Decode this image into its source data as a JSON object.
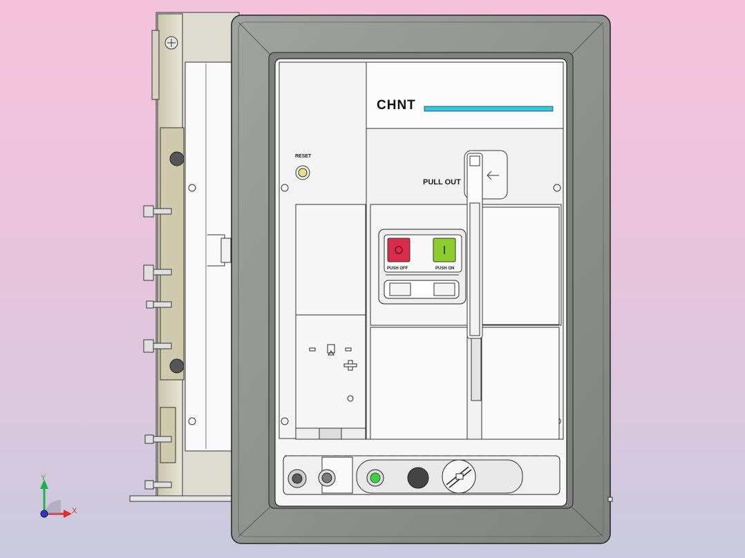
{
  "brand": {
    "logo_text": "CHNT",
    "accent_color": "#2fc7e0"
  },
  "labels": {
    "reset": "RESET",
    "pull_out": "PULL OUT",
    "push_off": "PUSH OFF",
    "push_on": "PUSH ON"
  },
  "colors": {
    "background_top": "#f6c3dc",
    "background_bottom": "#c9cadf",
    "frame": "#8e918e",
    "panel": "#f7f7f7",
    "push_off_button": "#d82c4a",
    "push_on_button": "#8fcc2e",
    "indicator_led": "#3ccf4a"
  },
  "axis_triad": {
    "x_label": "X",
    "y_label": "Y"
  },
  "icons": [
    "arrow-left-icon",
    "ready-indicator-icon",
    "charge-indicator-icon",
    "padlock-icon"
  ]
}
